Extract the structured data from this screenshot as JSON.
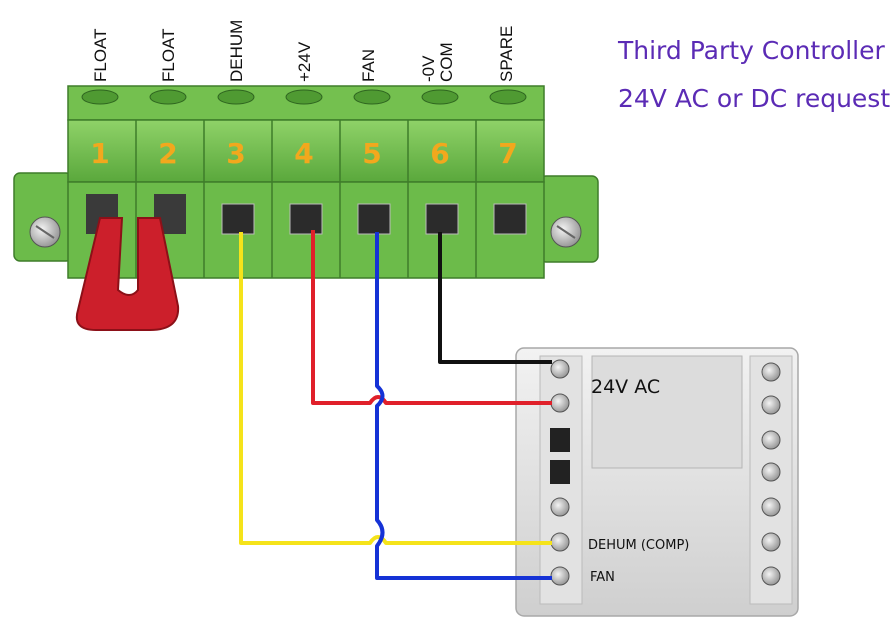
{
  "title": {
    "line1": "Third Party Controller",
    "line2": "24V AC or DC request"
  },
  "terminals": [
    {
      "number": "1",
      "label": "FLOAT"
    },
    {
      "number": "2",
      "label": "FLOAT"
    },
    {
      "number": "3",
      "label": "DEHUM"
    },
    {
      "number": "4",
      "label": "+24V"
    },
    {
      "number": "5",
      "label": "FAN"
    },
    {
      "number": "6",
      "label_line1": "-0V",
      "label_line2": "COM"
    },
    {
      "number": "7",
      "label": "SPARE"
    }
  ],
  "controller": {
    "label_24vac": "24V AC",
    "label_dehum": "DEHUM (COMP)",
    "label_fan": "FAN"
  },
  "colors": {
    "block_green": "#7fc95a",
    "number_orange": "#f2a81d",
    "jumper_red": "#cc1f2b",
    "wire_yellow": "#f5e31a",
    "wire_red": "#e0202a",
    "wire_blue": "#1532d6",
    "wire_black": "#111111",
    "title_purple": "#5b2bb5"
  }
}
